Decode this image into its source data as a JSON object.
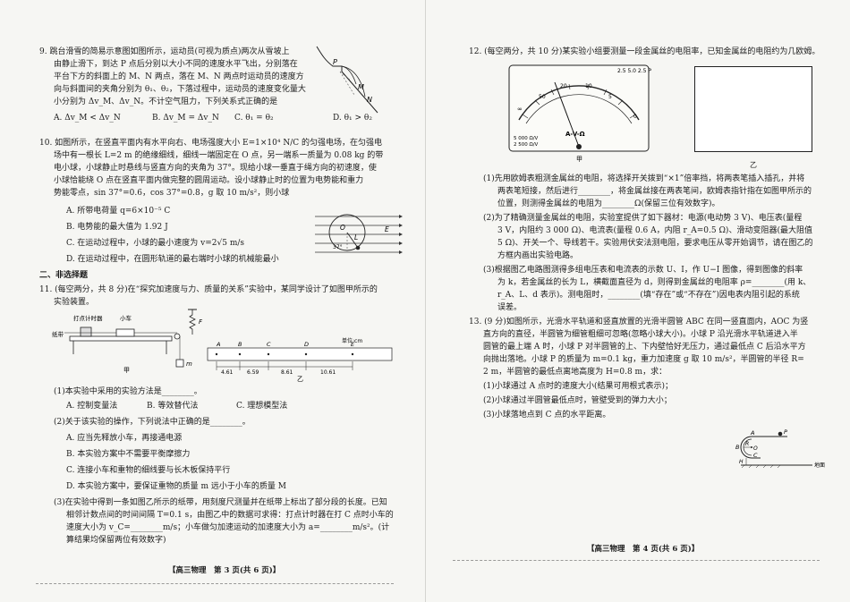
{
  "left_page": {
    "q9": {
      "lines": [
        "9. 跳台滑雪的简易示意图如图所示，运动员(可视为质点)两次从雪坡上",
        "由静止滑下，到达 P 点后分别以大小不同的速度水平飞出，分别落在",
        "平台下方的斜面上的 M、N 两点，落在 M、N 两点时运动员的速度方",
        "向与斜面间的夹角分别为 θ₁、θ₂，下落过程中，运动员的速度变化量大",
        "小分别为 Δv_M、Δv_N。不计空气阻力，下列关系式正确的是"
      ],
      "options": [
        "A. Δv_M < Δv_N",
        "B. Δv_M = Δv_N",
        "C. θ₁ = θ₂",
        "D. θ₁ > θ₂"
      ],
      "fig_labels": {
        "p": "P",
        "m": "M",
        "n": "N"
      }
    },
    "q10": {
      "lines": [
        "10. 如图所示，在竖直平面内有水平向右、电场强度大小 E=1×10⁴ N/C 的匀强电场，在匀强电",
        "场中有一根长 L=2 m 的绝缘细线，细线一端固定在 O 点，另一端系一质量为 0.08 kg 的带",
        "电小球，小球静止时悬线与竖直方向的夹角为 37°。现给小球一垂直于绳方向的初速度，使",
        "小球恰能绕 O 点在竖直平面内做完整的圆周运动。设小球静止时的位置为电势能和重力",
        "势能零点，sin 37°=0.6，cos 37°=0.8，g 取 10 m/s²，则小球"
      ],
      "options": [
        "A. 所带电荷量 q=6×10⁻⁵ C",
        "B. 电势能的最大值为 1.92 J",
        "C. 在运动过程中，小球的最小速度为 v=2√5 m/s",
        "D. 在运动过程中，在圆形轨道的最右端时小球的机械能最小"
      ],
      "fig_labels": {
        "o": "O",
        "l": "L",
        "e": "E",
        "angle": "37°"
      }
    },
    "section_title": "二、非选择题",
    "q11": {
      "lines": [
        "11. (每空两分，共 8 分)在“探究加速度与力、质量的关系”实验中，某同学设计了如图甲所示的",
        "实验装置。"
      ],
      "fig_jia": {
        "timer_label": "打点计时器",
        "car_label": "小车",
        "tape_label": "纸带",
        "f_label": "F",
        "m_label": "m",
        "caption": "甲"
      },
      "fig_yi": {
        "unit": "单位:cm",
        "points": [
          "A",
          "B",
          "C",
          "D",
          "E"
        ],
        "distances": [
          "4.61",
          "6.59",
          "8.61",
          "10.61"
        ],
        "caption": "乙"
      },
      "sub1": "(1)本实验中采用的实验方法是________。",
      "sub1_options": [
        "A. 控制变量法",
        "B. 等效替代法",
        "C. 理想模型法"
      ],
      "sub2": "(2)关于该实验的操作，下列说法中正确的是________。",
      "sub2_options": [
        "A. 应当先释放小车，再接通电源",
        "B. 本实验方案中不需要平衡摩擦力",
        "C. 连接小车和重物的细线要与长木板保持平行",
        "D. 本实验方案中，要保证重物的质量 m 远小于小车的质量 M"
      ],
      "sub3_lines": [
        "(3)在实验中得到一条如图乙所示的纸带，用刻度尺测量并在纸带上标出了部分段的长度。已知",
        "相邻计数点间的时间间隔 T=0.1 s，由图乙中的数据可求得：打点计时器在打 C 点时小车的",
        "速度大小为 v_C=________m/s；小车做匀加速运动的加速度大小为 a=________m/s²。(计",
        "算结果均保留两位有效数字)"
      ]
    },
    "footer": "【高三物理　第 3 页(共 6 页)】"
  },
  "right_page": {
    "q12": {
      "intro": "12. (每空两分，共 10 分)某实验小组要测量一段金属丝的电阻率，已知金属丝的电阻约为几欧姆。",
      "meter": {
        "mode_label": "A-V-Ω",
        "spec1": "5 000 Ω/V",
        "spec2": "2 500 Ω/V",
        "top_right": "2.5 5.0 2.5 P",
        "scale": [
          "0",
          "5",
          "10",
          "20",
          "50",
          "∞"
        ],
        "caption": "甲"
      },
      "box_caption": "乙",
      "sub1_lines": [
        "(1)先用欧姆表粗测金属丝的电阻，将选择开关拨到“×1”倍率挡，将两表笔插入插孔，并将",
        "两表笔短接，然后进行________，将金属丝接在两表笔间，欧姆表指针指在如图甲所示的",
        "位置，则测得金属丝的电阻为________Ω(保留三位有效数字)。"
      ],
      "sub2_lines": [
        "(2)为了精确测量金属丝的电阻，实验室提供了如下器材：电源(电动势 3 V)、电压表(量程",
        "3 V，内阻约 3 000 Ω)、电流表(量程 0.6 A，内阻 r_A=0.5 Ω)、滑动变阻器(最大阻值",
        "5 Ω)、开关一个、导线若干。实验用伏安法测电阻，要求电压从零开始调节，请在图乙的",
        "方框内画出实验电路。"
      ],
      "sub3_lines": [
        "(3)根据图乙电路图测得多组电压表和电流表的示数 U、I，作 U−I 图像，得到图像的斜率",
        "为 k，若金属丝的长为 L，横截面直径为 d，则得到金属丝的电阻率 ρ=________(用 k、",
        "r_A、L、d 表示)。测电阻时，________(填“存在”或“不存在”)因电表内阻引起的系统",
        "误差。"
      ]
    },
    "q13": {
      "lines": [
        "13. (9 分)如图所示，光滑水平轨道和竖直放置的光滑半圆管 ABC 在同一竖直面内，AOC 为竖",
        "直方向的直径，半圆管为细管粗细可忽略(忽略小球大小)。小球 P 沿光滑水平轨道进入半",
        "圆管的最上端 A 时，小球 P 对半圆管的上、下内壁恰好无压力，通过最低点 C 后沿水平方",
        "向抛出落地。小球 P 的质量为 m=0.1 kg，重力加速度 g 取 10 m/s²，半圆管的半径 R=",
        "2 m，半圆管的最低点离地高度为 H=0.8 m，求："
      ],
      "subs": [
        "(1)小球通过 A 点时的速度大小(结果可用根式表示)；",
        "(2)小球通过半圆管最低点时，管壁受到的弹力大小；",
        "(3)小球落地点到 C 点的水平距离。"
      ],
      "fig_labels": {
        "a": "A",
        "p": "P",
        "b": "B",
        "o": "O",
        "r": "R",
        "c": "C",
        "h": "H",
        "ground": "地面"
      }
    },
    "footer": "【高三物理　第 4 页(共 6 页)】"
  }
}
